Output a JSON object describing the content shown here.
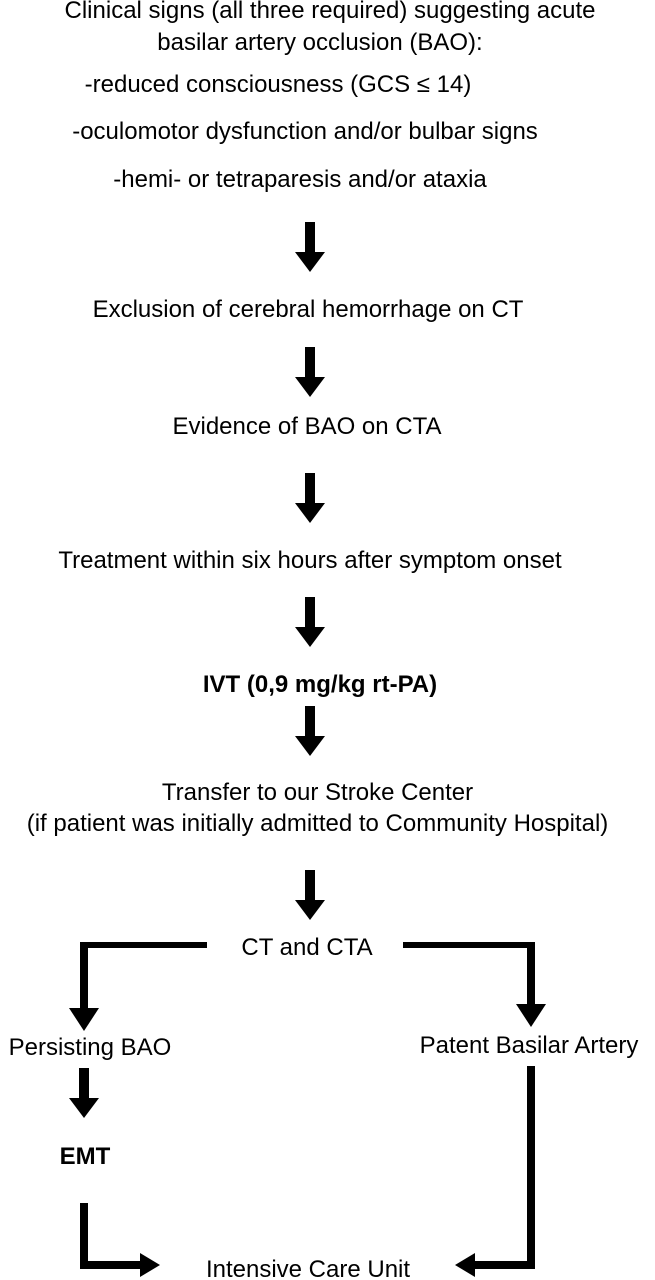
{
  "colors": {
    "background": "#ffffff",
    "ink": "#000000"
  },
  "icons": {
    "down_arrow": "▼",
    "right_arrow": "▶",
    "left_arrow": "◀"
  },
  "flowchart": {
    "title_line1": "Clinical signs (all three required) suggesting acute",
    "title_line2": "basilar artery occlusion (BAO):",
    "criteria": [
      "-reduced consciousness (GCS ≤ 14)",
      "-oculomotor dysfunction and/or bulbar signs",
      "-hemi- or tetraparesis and/or ataxia"
    ],
    "step_exclusion": "Exclusion of cerebral hemorrhage on CT",
    "step_evidence": "Evidence of BAO on CTA",
    "step_treatment": "Treatment within six hours after symptom onset",
    "step_ivt": "IVT (0,9 mg/kg rt-PA)",
    "step_transfer_line1": "Transfer to our Stroke Center",
    "step_transfer_line2": "(if patient was initially admitted to Community Hospital)",
    "decision": "CT and CTA",
    "branch_left_label": "Persisting BAO",
    "branch_right_label": "Patent Basilar Artery",
    "step_emt": "EMT",
    "outcome": "Intensive Care Unit"
  }
}
